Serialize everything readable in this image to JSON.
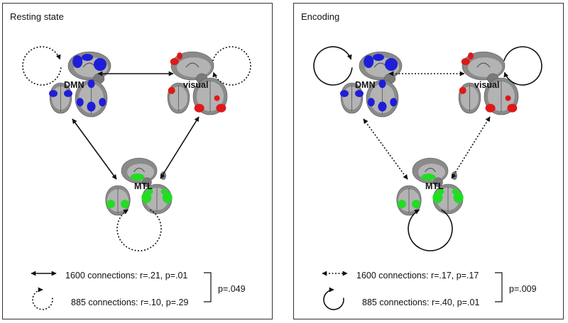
{
  "colors": {
    "dmn": "#1e1ed8",
    "visual": "#e01818",
    "mtl": "#22dd22",
    "brain": "#8a8a8a",
    "brain_light": "#c4c4c4",
    "line": "#111111"
  },
  "panels": [
    {
      "title": "Resting state",
      "networks": {
        "dmn": "DMN",
        "visual": "visual",
        "mtl": "MTL"
      },
      "between_style": "solid",
      "within_style": "dotted",
      "legend": {
        "between": "1600 connections: r=.21, p=.01",
        "within": "885 connections: r=.10, p=.29",
        "p": "p=.049"
      }
    },
    {
      "title": "Encoding",
      "networks": {
        "dmn": "DMN",
        "visual": "visual",
        "mtl": "MTL"
      },
      "between_style": "dotted",
      "within_style": "solid",
      "legend": {
        "between": "1600 connections: r=.17, p=.17",
        "within": "885 connections: r=.40, p=.01",
        "p": "p=.009"
      }
    }
  ]
}
